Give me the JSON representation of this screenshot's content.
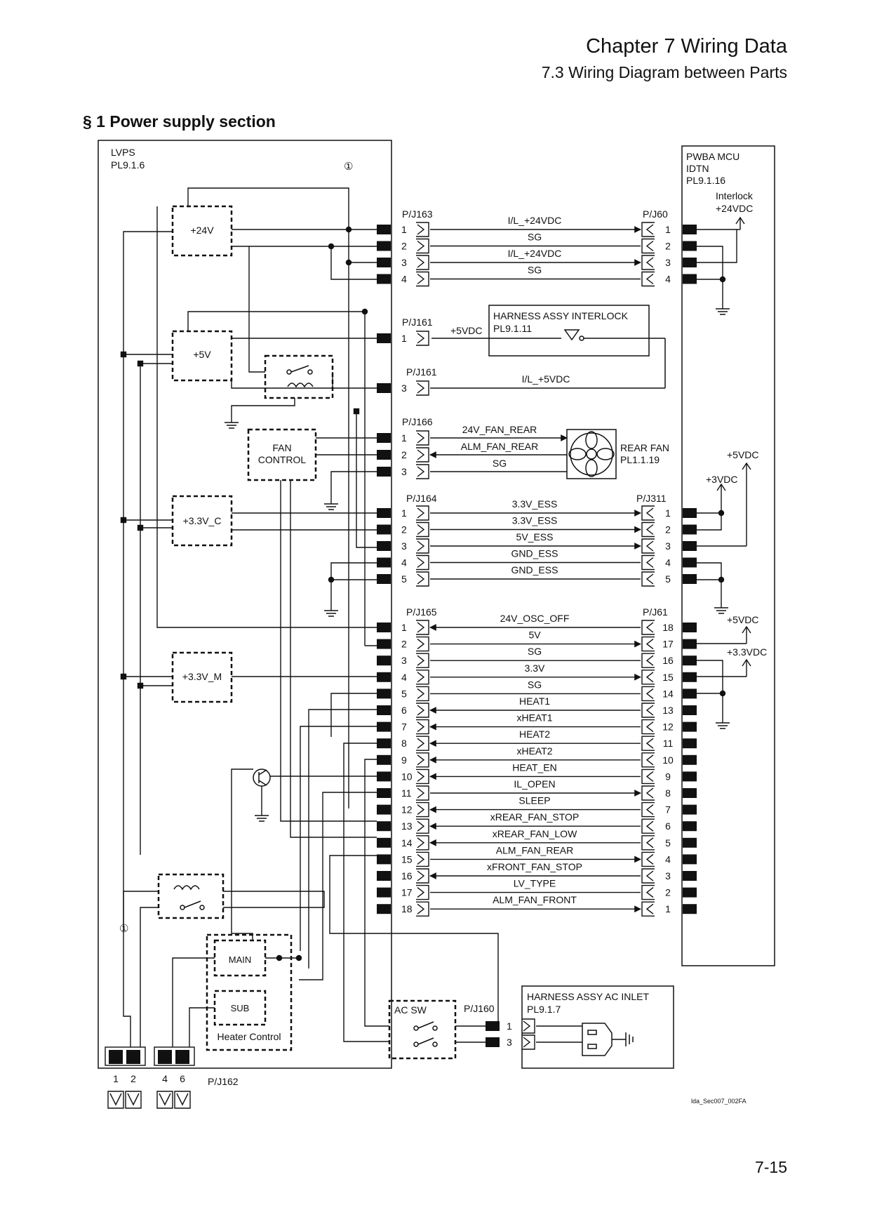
{
  "header": {
    "chapter": "Chapter 7 Wiring Data",
    "section": "7.3  Wiring Diagram between Parts"
  },
  "section_title": "§ 1  Power supply section",
  "page_number": "7-15",
  "figure_id": "lda_Sec007_002FA",
  "lvps": {
    "name": "LVPS",
    "ref": "PL9.1.6",
    "marker": "①"
  },
  "mcu": {
    "name": "PWBA MCU",
    "sub": "IDTN",
    "ref": "PL9.1.16"
  },
  "supplies": {
    "v24": "+24V",
    "v5": "+5V",
    "v33c": "+3.3V_C",
    "v33m": "+3.3V_M"
  },
  "fan_control": {
    "line1": "FAN",
    "line2": "CONTROL"
  },
  "heater": {
    "main": "MAIN",
    "sub": "SUB",
    "label": "Heater Control"
  },
  "ac_sw": "AC SW",
  "interlock_harness": {
    "name": "HARNESS ASSY INTERLOCK",
    "ref": "PL9.1.11",
    "supply": "+5VDC"
  },
  "ac_inlet": {
    "name": "HARNESS ASSY AC INLET",
    "ref": "PL9.1.7"
  },
  "rear_fan": {
    "name": "REAR FAN",
    "ref": "PL1.1.19"
  },
  "mcu_labels": {
    "interlock1": "Interlock",
    "interlock2": "+24VDC",
    "p5vdc_a": "+5VDC",
    "p3vdc": "+3VDC",
    "p5vdc_b": "+5VDC",
    "p33vdc": "+3.3VDC"
  },
  "connectors": {
    "j163": "P/J163",
    "j60": "P/J60",
    "j161a": "P/J161",
    "j161b": "P/J161",
    "j166": "P/J166",
    "j164": "P/J164",
    "j311": "P/J311",
    "j165": "P/J165",
    "j61": "P/J61",
    "j160": "P/J160",
    "j162": "P/J162"
  },
  "j163_signals": [
    "I/L_+24VDC",
    "SG",
    "I/L_+24VDC",
    "SG"
  ],
  "j161_signal": "I/L_+5VDC",
  "j166_signals": [
    "24V_FAN_REAR",
    "ALM_FAN_REAR",
    "SG"
  ],
  "j164_signals": [
    "3.3V_ESS",
    "3.3V_ESS",
    "5V_ESS",
    "GND_ESS",
    "GND_ESS"
  ],
  "j165_signals": [
    "24V_OSC_OFF",
    "5V",
    "SG",
    "3.3V",
    "SG",
    "HEAT1",
    "xHEAT1",
    "HEAT2",
    "xHEAT2",
    "HEAT_EN",
    "IL_OPEN",
    "SLEEP",
    "xREAR_FAN_STOP",
    "xREAR_FAN_LOW",
    "ALM_FAN_REAR",
    "xFRONT_FAN_STOP",
    "LV_TYPE",
    "ALM_FAN_FRONT"
  ],
  "j160_pins": [
    "1",
    "3"
  ],
  "j162_pins": [
    "1",
    "2",
    "4",
    "6"
  ]
}
